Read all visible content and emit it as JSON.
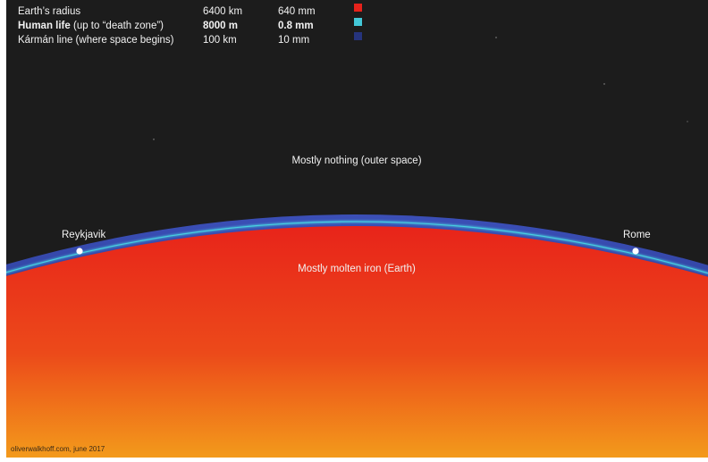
{
  "legend": {
    "rows": [
      {
        "label": "Earth’s radius",
        "label_bold": "",
        "label_rest": "",
        "real": "6400 km",
        "scaled": "640 mm",
        "color": "#e6221b"
      },
      {
        "label": "",
        "label_bold": "Human life",
        "label_rest": " (up to “death zone”)",
        "real": "8000 m",
        "scaled": "0.8 mm",
        "color": "#43c8d8"
      },
      {
        "label": "Kármán line (where space begins)",
        "label_bold": "",
        "label_rest": "",
        "real": "100 km",
        "scaled": "10 mm",
        "color": "#26347d"
      }
    ]
  },
  "labels": {
    "space": "Mostly nothing (outer space)",
    "earth": "Mostly molten iron (Earth)",
    "city_left": "Reykjavik",
    "city_right": "Rome"
  },
  "credit": "oliverwalkhoff.com, june 2017",
  "colors": {
    "space": "#1c1c1c",
    "atmosphere": "#2d3f99",
    "surface": "#48d0e0",
    "earth_top": "#e8241a",
    "earth_bottom": "#f39a1b",
    "marker": "#ffffff"
  }
}
